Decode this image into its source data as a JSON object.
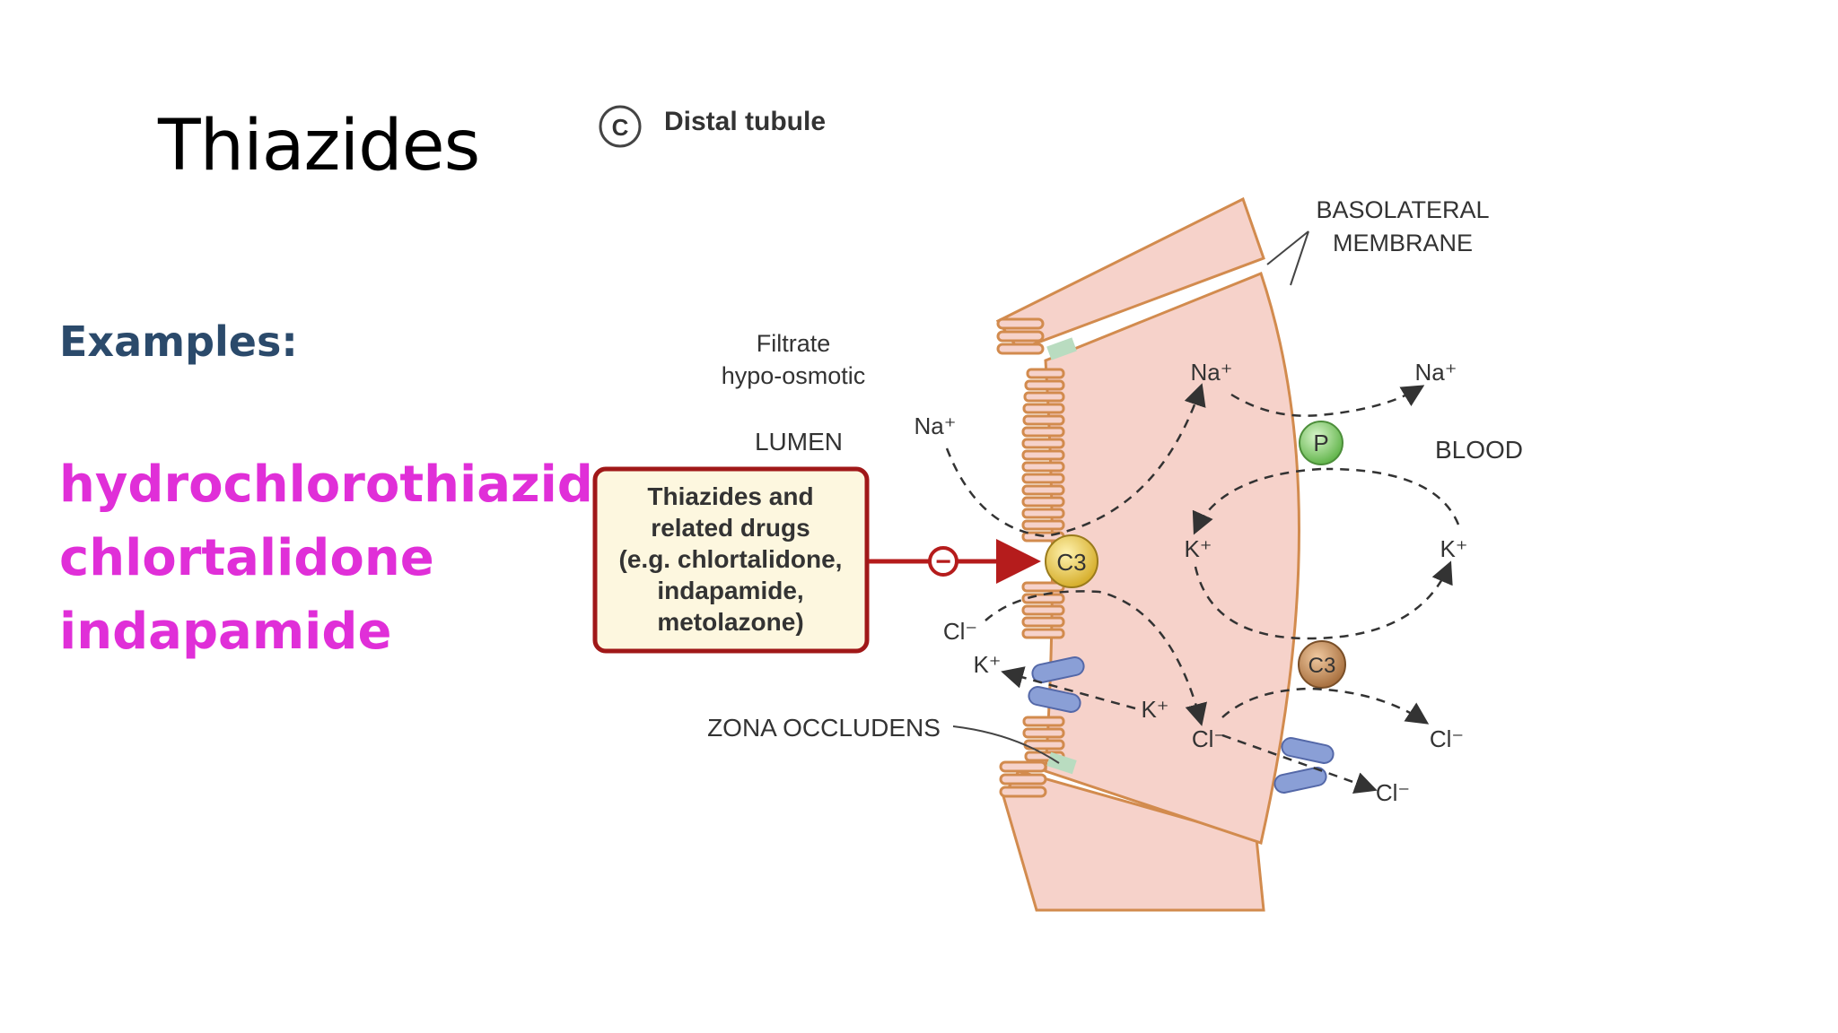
{
  "slide": {
    "title": "Thiazides",
    "examples_heading": "Examples:",
    "drugs": [
      "hydrochlorothiazide",
      "chlortalidone",
      "indapamide"
    ]
  },
  "figure": {
    "panel_letter": "C",
    "panel_title": "Distal tubule",
    "basolateral_line1": "BASOLATERAL",
    "basolateral_line2": "MEMBRANE",
    "filtrate_line1": "Filtrate",
    "filtrate_line2": "hypo-osmotic",
    "lumen": "LUMEN",
    "blood": "BLOOD",
    "zona": "ZONA OCCLUDENS",
    "drug_box": [
      "Thiazides and",
      "related drugs",
      "(e.g. chlortalidone,",
      "indapamide,",
      "metolazone)"
    ],
    "inhibit_symbol": "−",
    "transporter_c3": "C3",
    "pump_p": "P",
    "ions": {
      "na_lumen": "Na⁺",
      "na_cell": "Na⁺",
      "na_blood": "Na⁺",
      "k_cell": "K⁺",
      "k_blood": "K⁺",
      "cl_lumen": "Cl⁻",
      "k_lumen": "K⁺",
      "k_channel": "K⁺",
      "cl_cell": "Cl⁻",
      "cl_blood1": "Cl⁻",
      "cl_blood2": "Cl⁻"
    },
    "colors": {
      "cell_fill": "#f6d2ca",
      "membrane": "#d28b4e",
      "drug_box_border": "#a01818",
      "drug_box_fill": "#fdf7df",
      "inhibit_arrow": "#b51c1c",
      "c3_apical": "#e5c54d",
      "c3_basolateral": "#c08a5a",
      "pump": "#8fd17a",
      "channel": "#8a9fd6"
    }
  }
}
